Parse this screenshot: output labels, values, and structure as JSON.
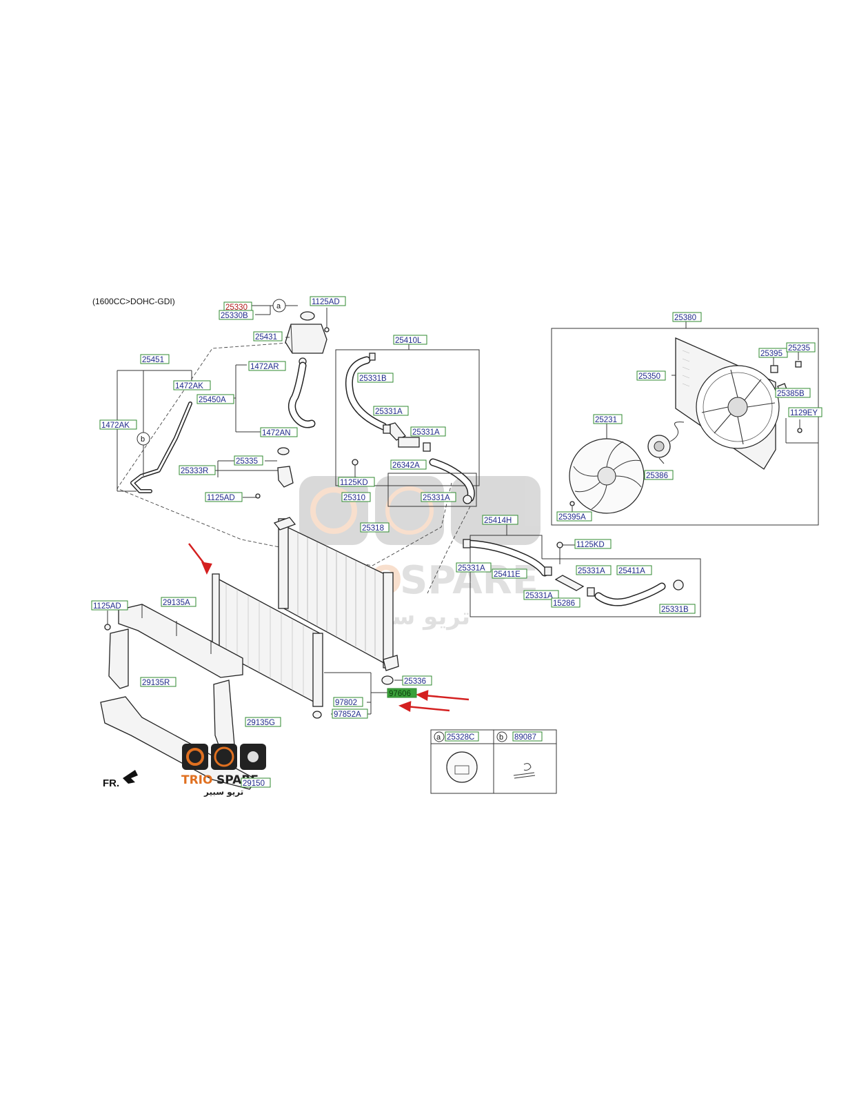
{
  "header": {
    "engine_spec": "(1600CC>DOHC-GDI)"
  },
  "callouts": {
    "c25330": "25330",
    "c25330B": "25330B",
    "c1125AD_top": "1125AD",
    "c25431": "25431",
    "c25451": "25451",
    "c1472AR": "1472AR",
    "c1472AK_a": "1472AK",
    "c25450A": "25450A",
    "c1472AK_b": "1472AK",
    "c1472AN": "1472AN",
    "c25335": "25335",
    "c25333R": "25333R",
    "c1125AD_mid": "1125AD",
    "c25410L": "25410L",
    "c25331B_a": "25331B",
    "c25331A_a": "25331A",
    "c25331A_b": "25331A",
    "c26342A": "26342A",
    "c1125KD_a": "1125KD",
    "c25331A_c": "25331A",
    "c25310": "25310",
    "c25318": "25318",
    "c25414H": "25414H",
    "c1125KD_b": "1125KD",
    "c25331A_d": "25331A",
    "c25411E": "25411E",
    "c25331A_e": "25331A",
    "c25411A": "25411A",
    "c25331A_f": "25331A",
    "c15286": "15286",
    "c25331B_b": "25331B",
    "c25380": "25380",
    "c25395": "25395",
    "c25235": "25235",
    "c25350": "25350",
    "c25385B": "25385B",
    "c1129EY": "1129EY",
    "c25231": "25231",
    "c25386": "25386",
    "c25395A": "25395A",
    "c1125AD_left": "1125AD",
    "c29135A": "29135A",
    "c29135R": "29135R",
    "c29135G": "29135G",
    "c29150": "29150",
    "c25336": "25336",
    "c97606": "97606",
    "c97802": "97802",
    "c97852A": "97852A"
  },
  "legend": {
    "a_letter": "a",
    "a_part": "25328C",
    "b_letter": "b",
    "b_part": "89087"
  },
  "circle_refs": {
    "a": "a",
    "b": "b"
  },
  "direction": {
    "front": "FR."
  },
  "highlight_color": "#3aa03a",
  "arrow_color": "#d42020",
  "watermark": {
    "brand_trio": "TRIO",
    "brand_spare": "SPARE",
    "arabic": "تريو سبير",
    "arabic_small": "تريو سبير"
  }
}
